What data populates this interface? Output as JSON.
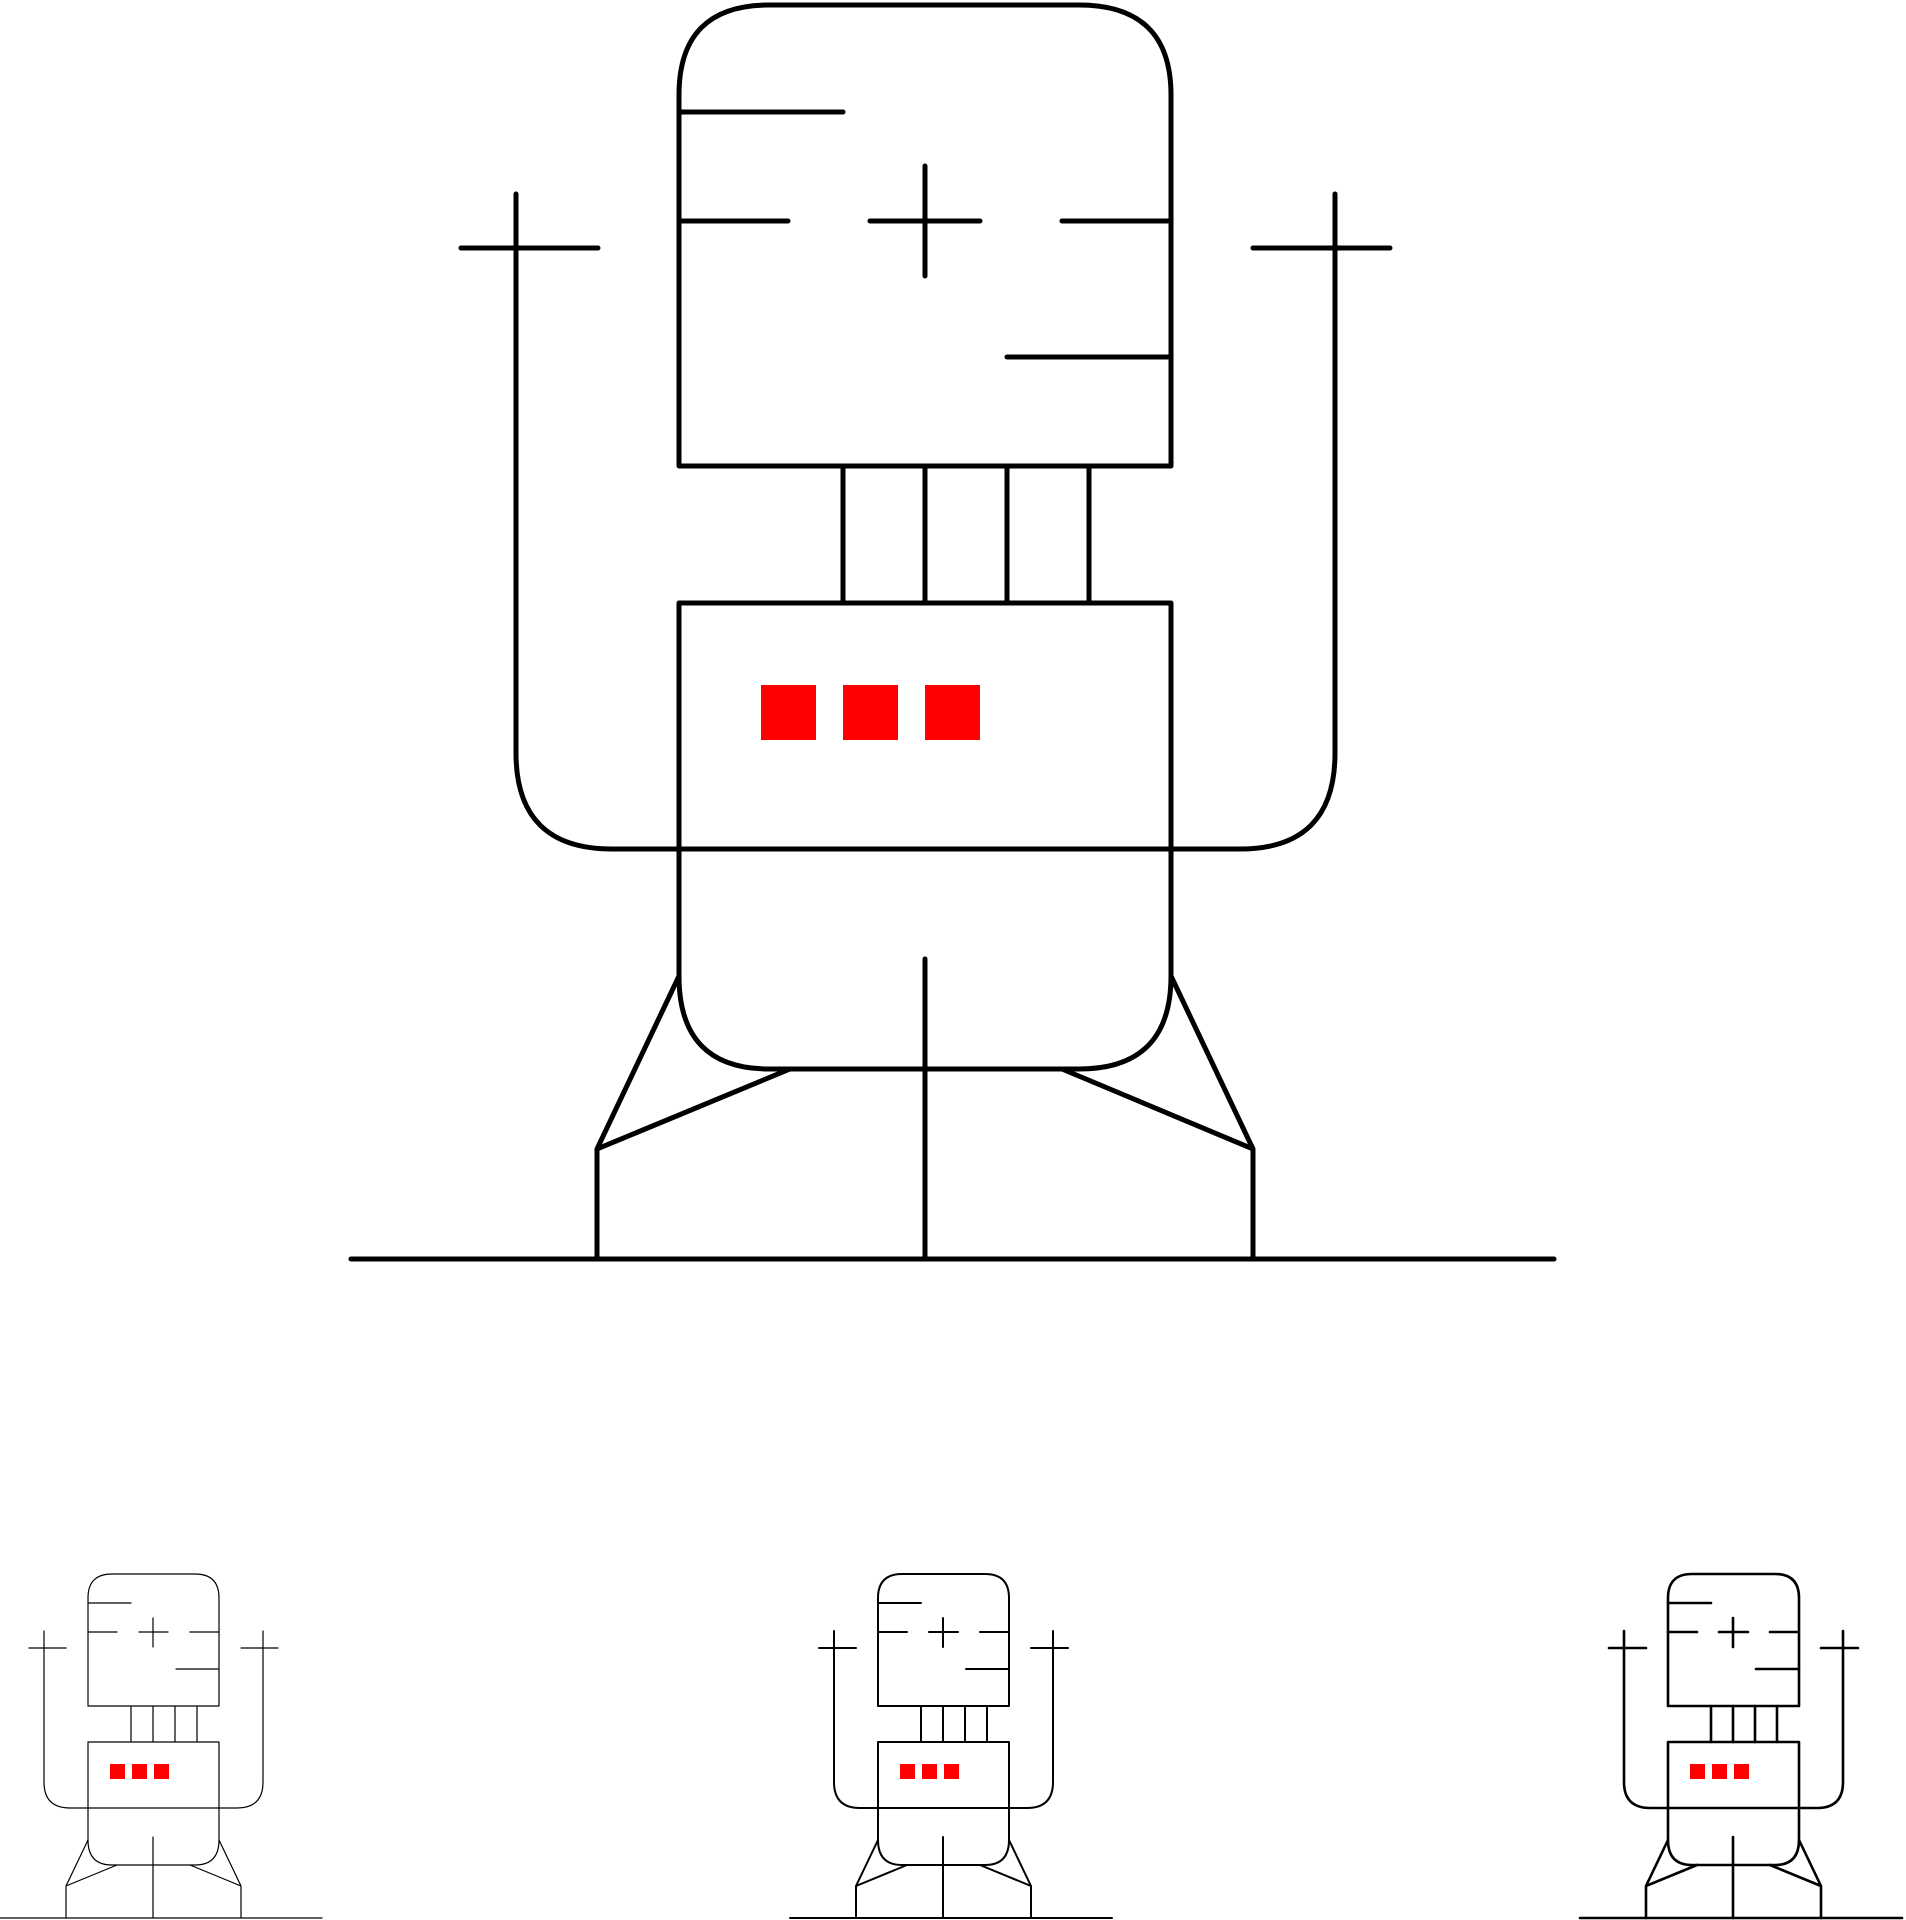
{
  "colors": {
    "background": "#ffffff",
    "outline": "#000000",
    "indicator_lights": "#ff0000"
  },
  "icons": [
    {
      "name": "robot-icon",
      "style": "bold",
      "size": "large"
    },
    {
      "name": "robot-icon",
      "style": "thin",
      "size": "small"
    },
    {
      "name": "robot-icon",
      "style": "light",
      "size": "small"
    },
    {
      "name": "robot-icon",
      "style": "bold",
      "size": "small"
    }
  ]
}
